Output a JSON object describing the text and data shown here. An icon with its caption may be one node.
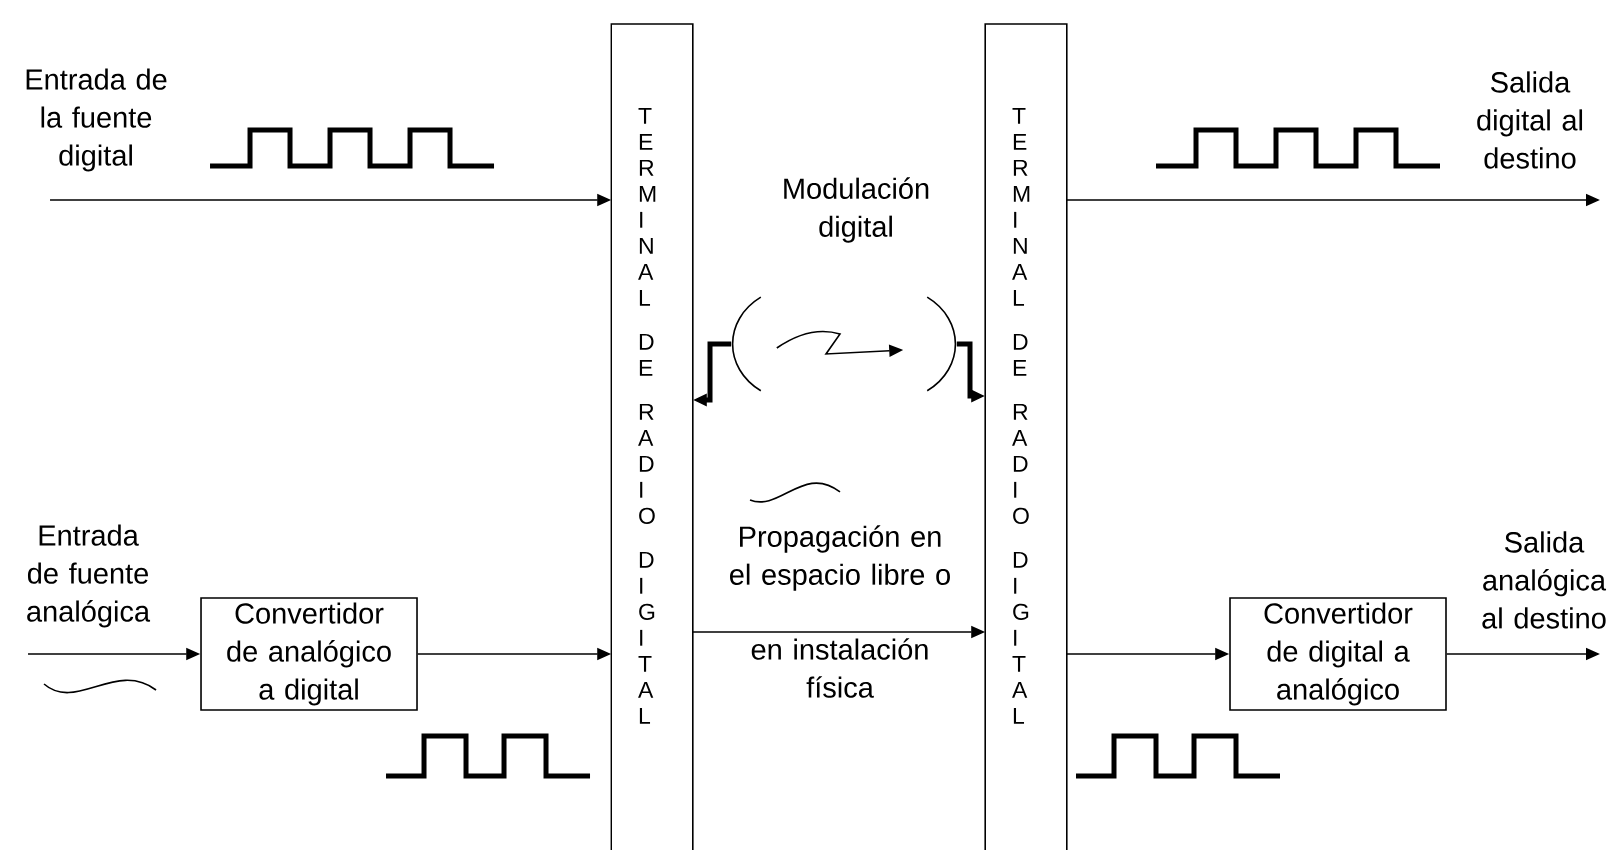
{
  "diagram": {
    "nodes": [
      {
        "text": [
          "TERMINAL DE RADIO DIGITAL"
        ]
      },
      {
        "text": [
          "TERMINAL DE RADIO DIGITAL"
        ]
      },
      {
        "text": [
          "Convertidor de analógico a digital"
        ]
      },
      {
        "text": [
          "Convertidor de digital a analógico"
        ]
      },
      {
        "text": [],
        "shape": "antenna"
      },
      {
        "text": [],
        "shape": "antenna"
      }
    ],
    "edges": [
      {
        "from": null,
        "to": 0,
        "arrow": "to",
        "label": "Entrada de la fuente digital"
      },
      {
        "from": 1,
        "to": null,
        "arrow": "to",
        "label": "Salida digital al destino"
      },
      {
        "from": 4,
        "to": 0,
        "arrow": "to",
        "style": "thick"
      },
      {
        "from": 4,
        "to": 5,
        "arrow": "to",
        "label": "Modulación digital"
      },
      {
        "from": 5,
        "to": 1,
        "arrow": "to",
        "style": "thick"
      },
      {
        "from": null,
        "to": 2,
        "arrow": "to",
        "label": "Entrada de fuente analógica"
      },
      {
        "from": 2,
        "to": 0,
        "arrow": "to"
      },
      {
        "from": 0,
        "to": 1,
        "arrow": "to",
        "label": "Propagación en el espacio libre o"
      },
      {
        "from": 1,
        "to": 3,
        "arrow": "to"
      },
      {
        "from": 3,
        "to": null,
        "arrow": "to",
        "label": "Salida analógica al destino"
      }
    ],
    "labels": [
      "en instalación física"
    ]
  }
}
